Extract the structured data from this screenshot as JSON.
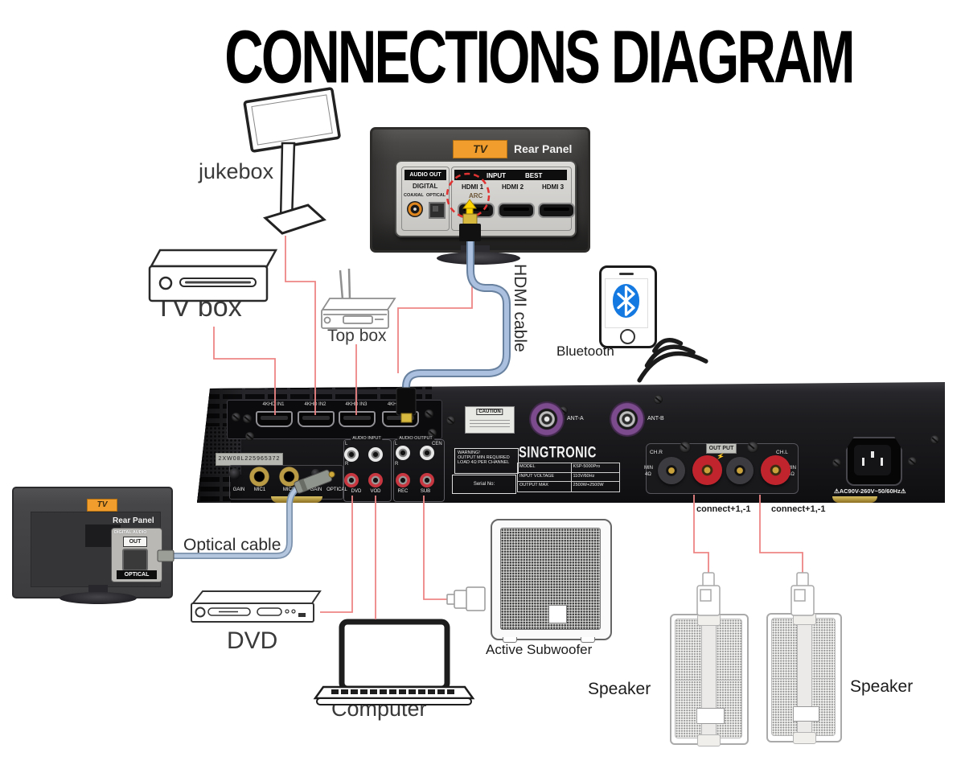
{
  "title": "CONNECTIONS DIAGRAM",
  "colors": {
    "accent_orange": "#f09d2e",
    "line_red": "#f08080",
    "cable_blue": "#a9bfdc",
    "bt_blue": "#1479e0"
  },
  "labels": {
    "jukebox": "jukebox",
    "tv_box": "TV box",
    "top_box": "Top box",
    "hdmi_cable": "HDMI cable",
    "bluetooth": "Bluetooth",
    "optical_cable": "Optical cable",
    "dvd": "DVD",
    "computer": "Computer",
    "subwoofer": "Active Subwoofer",
    "speaker_left": "Speaker",
    "speaker_right": "Speaker",
    "connect_left": "connect+1,-1",
    "connect_right": "connect+1,-1"
  },
  "tv_top": {
    "badge": "TV",
    "rear_panel": "Rear Panel",
    "audio_out": "AUDIO OUT",
    "digital": "DIGITAL",
    "coaxial": "COAXIAL",
    "optical": "OPTICAL",
    "input": "INPUT",
    "best": "BEST",
    "hdmi1": "HDMI 1",
    "arc": "ARC",
    "hdmi2": "HDMI 2",
    "hdmi3": "HDMI 3"
  },
  "tv_left": {
    "badge": "TV",
    "rear_panel": "Rear Panel",
    "digital_audio": "DIGITAL AUDIO",
    "out": "OUT",
    "optical": "OPTICAL"
  },
  "amp": {
    "brand": "SINGTRONIC",
    "hdmi_ports": [
      "4KHD IN1",
      "4KHD IN2",
      "4KHD IN3",
      "4KHD OUT"
    ],
    "serial_sticker": "2XW08L225965372",
    "caution": "CAUTION",
    "ant_a": "ANT-A",
    "ant_b": "ANT-B",
    "warning": [
      "WARNING!",
      "OUTPUT MIN REQUIRED",
      "LOAD 4Ω PER CHANNEL"
    ],
    "serial_box": "Serial No:",
    "spec": [
      [
        "MODEL",
        "KSP-5000Pro"
      ],
      [
        "INPUT VOLTAGE",
        "110V/60Hz"
      ],
      [
        "OUTPUT MAX",
        "2500W+2500W"
      ]
    ],
    "audio_input": "AUDIO INPUT",
    "audio_output": "AUDIO OUTPUT",
    "in_l": "L",
    "in_r": "R",
    "out_l": "L",
    "out_r": "R",
    "cen": "CEN",
    "jacks": [
      "GAIN",
      "MIC1",
      "MIC2",
      "GAIN",
      "OPTICAL",
      "DVD",
      "VOD",
      "REC",
      "SUB"
    ],
    "out_put": "OUT PUT",
    "ch_r": "CH.R",
    "ch_l": "CH.L",
    "min_l": "MIN",
    "ohm_l": "4Ω",
    "min_r": "MIN",
    "ohm_r": "4Ω",
    "bolt": "⚡",
    "ac": "⚠AC90V-260V~50/60Hz⚠"
  }
}
